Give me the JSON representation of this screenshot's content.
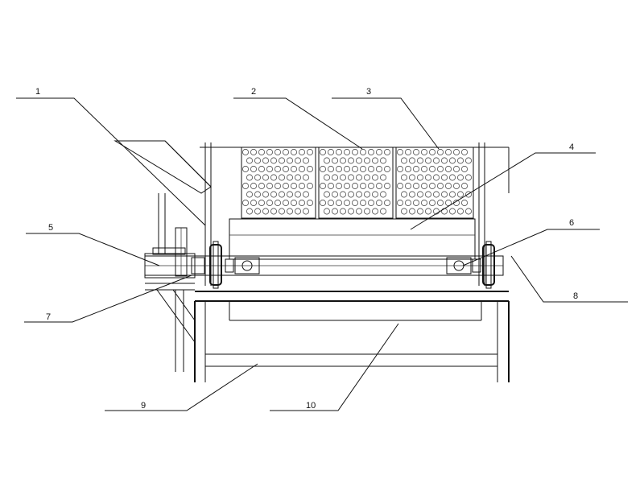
{
  "callouts": [
    {
      "id": "callout-1",
      "number": "1"
    },
    {
      "id": "callout-2",
      "number": "2"
    },
    {
      "id": "callout-3",
      "number": "3"
    },
    {
      "id": "callout-4",
      "number": "4"
    },
    {
      "id": "callout-5",
      "number": "5"
    },
    {
      "id": "callout-6",
      "number": "6"
    },
    {
      "id": "callout-7",
      "number": "7"
    },
    {
      "id": "callout-8",
      "number": "8"
    },
    {
      "id": "callout-9",
      "number": "9"
    },
    {
      "id": "callout-10",
      "number": "10"
    }
  ]
}
